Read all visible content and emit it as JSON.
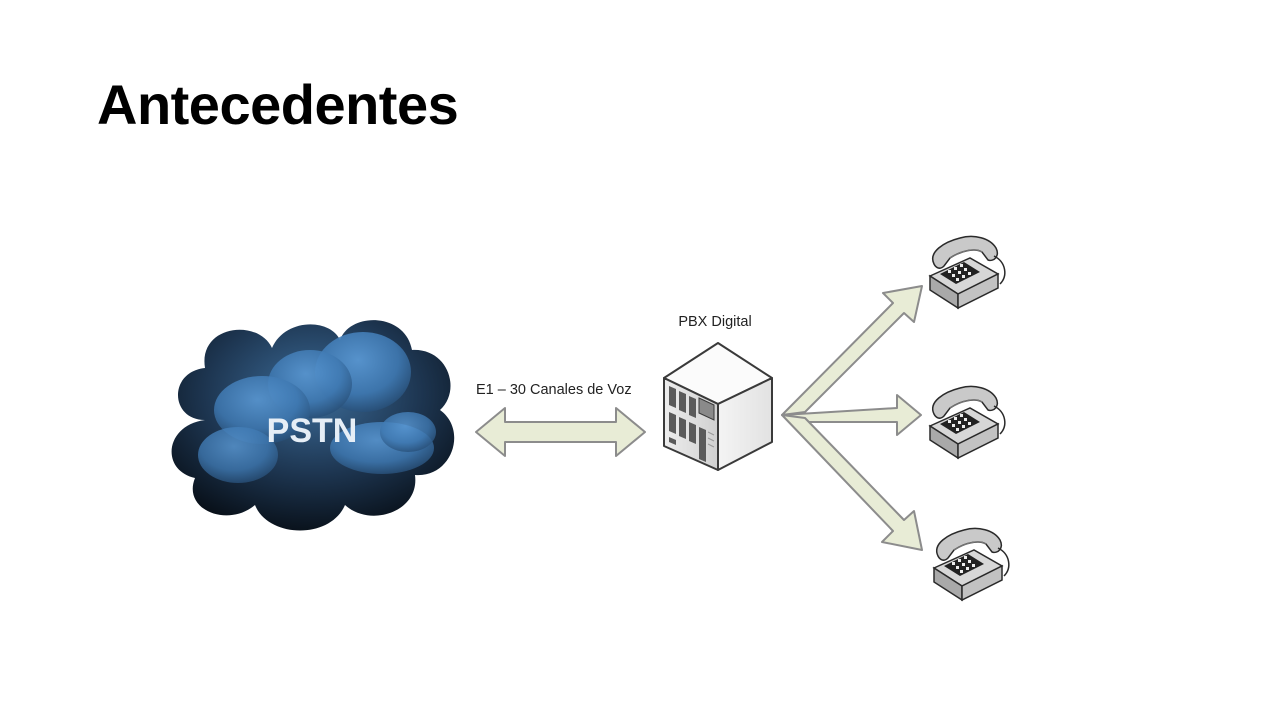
{
  "slide": {
    "title": "Antecedentes"
  },
  "diagram": {
    "cloud_label": "PSTN",
    "link_label": "E1 – 30 Canales de Voz",
    "pbx_label": "PBX Digital",
    "phones": [
      {
        "name": "telephone-icon"
      },
      {
        "name": "telephone-icon"
      },
      {
        "name": "telephone-icon"
      }
    ]
  },
  "colors": {
    "arrow_fill": "#e8ecd6",
    "arrow_stroke": "#8c8c8c",
    "cloud_dark": "#0b1622",
    "cloud_light": "#4d8fd0"
  }
}
